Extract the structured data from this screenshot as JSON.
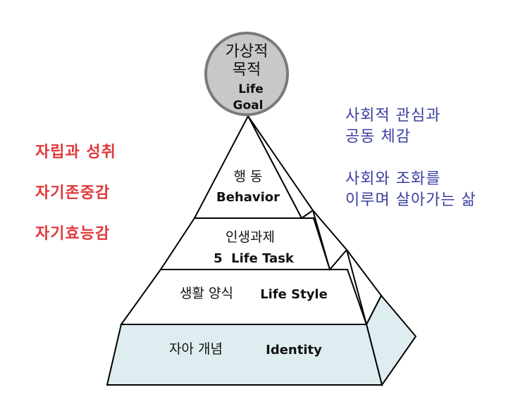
{
  "goal": {
    "line1": "가상적",
    "line2": "목적",
    "line3": "Life",
    "line4": "Goal"
  },
  "layers": {
    "behavior_ko": "행 동",
    "behavior_en": "Behavior",
    "task_ko": "인생과제",
    "task_en": "5  Life Task",
    "style_ko": "생활 양식",
    "style_en": "Life Style",
    "identity_ko": "자아 개념",
    "identity_en": "Identity"
  },
  "left_notes": [
    "자립과 성취",
    "자기존중감",
    "자기효능감"
  ],
  "right_notes": {
    "block1_line1": "사회적 관심과",
    "block1_line2": "공동 체감",
    "block2_line1": "사회와 조화를",
    "block2_line2": "이루며 살아가는 삶"
  },
  "colors": {
    "left_text": "#e0393b",
    "right_text": "#3a3fa0",
    "base_fill": "#deeef0",
    "circle_fill": "#c8c8c8",
    "circle_stroke": "#7a7a7a"
  }
}
